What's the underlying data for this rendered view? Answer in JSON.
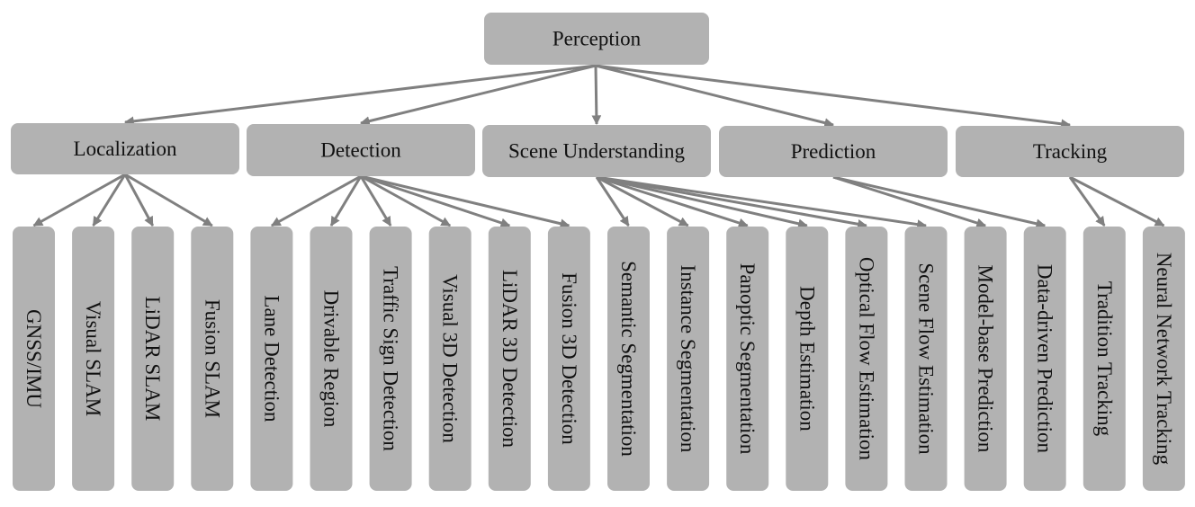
{
  "diagram": {
    "root": {
      "id": "perception",
      "label": "Perception"
    },
    "categories": [
      {
        "id": "localization",
        "label": "Localization"
      },
      {
        "id": "detection",
        "label": "Detection"
      },
      {
        "id": "scene-understanding",
        "label": "Scene Understanding"
      },
      {
        "id": "prediction",
        "label": "Prediction"
      },
      {
        "id": "tracking",
        "label": "Tracking"
      }
    ],
    "leaves": [
      {
        "id": "gnss-imu",
        "label": "GNSS/IMU",
        "parent": "localization"
      },
      {
        "id": "visual-slam",
        "label": "Visual SLAM",
        "parent": "localization"
      },
      {
        "id": "lidar-slam",
        "label": "LiDAR SLAM",
        "parent": "localization"
      },
      {
        "id": "fusion-slam",
        "label": "Fusion SLAM",
        "parent": "localization"
      },
      {
        "id": "lane-detection",
        "label": "Lane Detection",
        "parent": "detection"
      },
      {
        "id": "drivable-region",
        "label": "Drivable Region",
        "parent": "detection"
      },
      {
        "id": "traffic-sign-detection",
        "label": "Traffic Sign Detection",
        "parent": "detection"
      },
      {
        "id": "visual-3d-detection",
        "label": "Visual 3D Detection",
        "parent": "detection"
      },
      {
        "id": "lidar-3d-detection",
        "label": "LiDAR 3D Detection",
        "parent": "detection"
      },
      {
        "id": "fusion-3d-detection",
        "label": "Fusion 3D Detection",
        "parent": "detection"
      },
      {
        "id": "semantic-segmentation",
        "label": "Semantic Segmentation",
        "parent": "scene-understanding"
      },
      {
        "id": "instance-segmentation",
        "label": "Instance Segmentation",
        "parent": "scene-understanding"
      },
      {
        "id": "panoptic-segmentation",
        "label": "Panoptic Segmentation",
        "parent": "scene-understanding"
      },
      {
        "id": "depth-estimation",
        "label": "Depth Estimation",
        "parent": "scene-understanding"
      },
      {
        "id": "optical-flow-estimation",
        "label": "Optical Flow Estimation",
        "parent": "scene-understanding"
      },
      {
        "id": "scene-flow-estimation",
        "label": "Scene Flow Estimation",
        "parent": "scene-understanding"
      },
      {
        "id": "model-base-prediction",
        "label": "Model-base Prediction",
        "parent": "prediction"
      },
      {
        "id": "data-driven-prediction",
        "label": "Data-driven Prediction",
        "parent": "prediction"
      },
      {
        "id": "tradition-tracking",
        "label": "Tradition Tracking",
        "parent": "tracking"
      },
      {
        "id": "neural-network-tracking",
        "label": "Neural Network Tracking",
        "parent": "tracking"
      }
    ],
    "colors": {
      "box_fill": "#b2b2b2",
      "edge": "#808080",
      "text": "#111111",
      "background": "#ffffff"
    }
  }
}
